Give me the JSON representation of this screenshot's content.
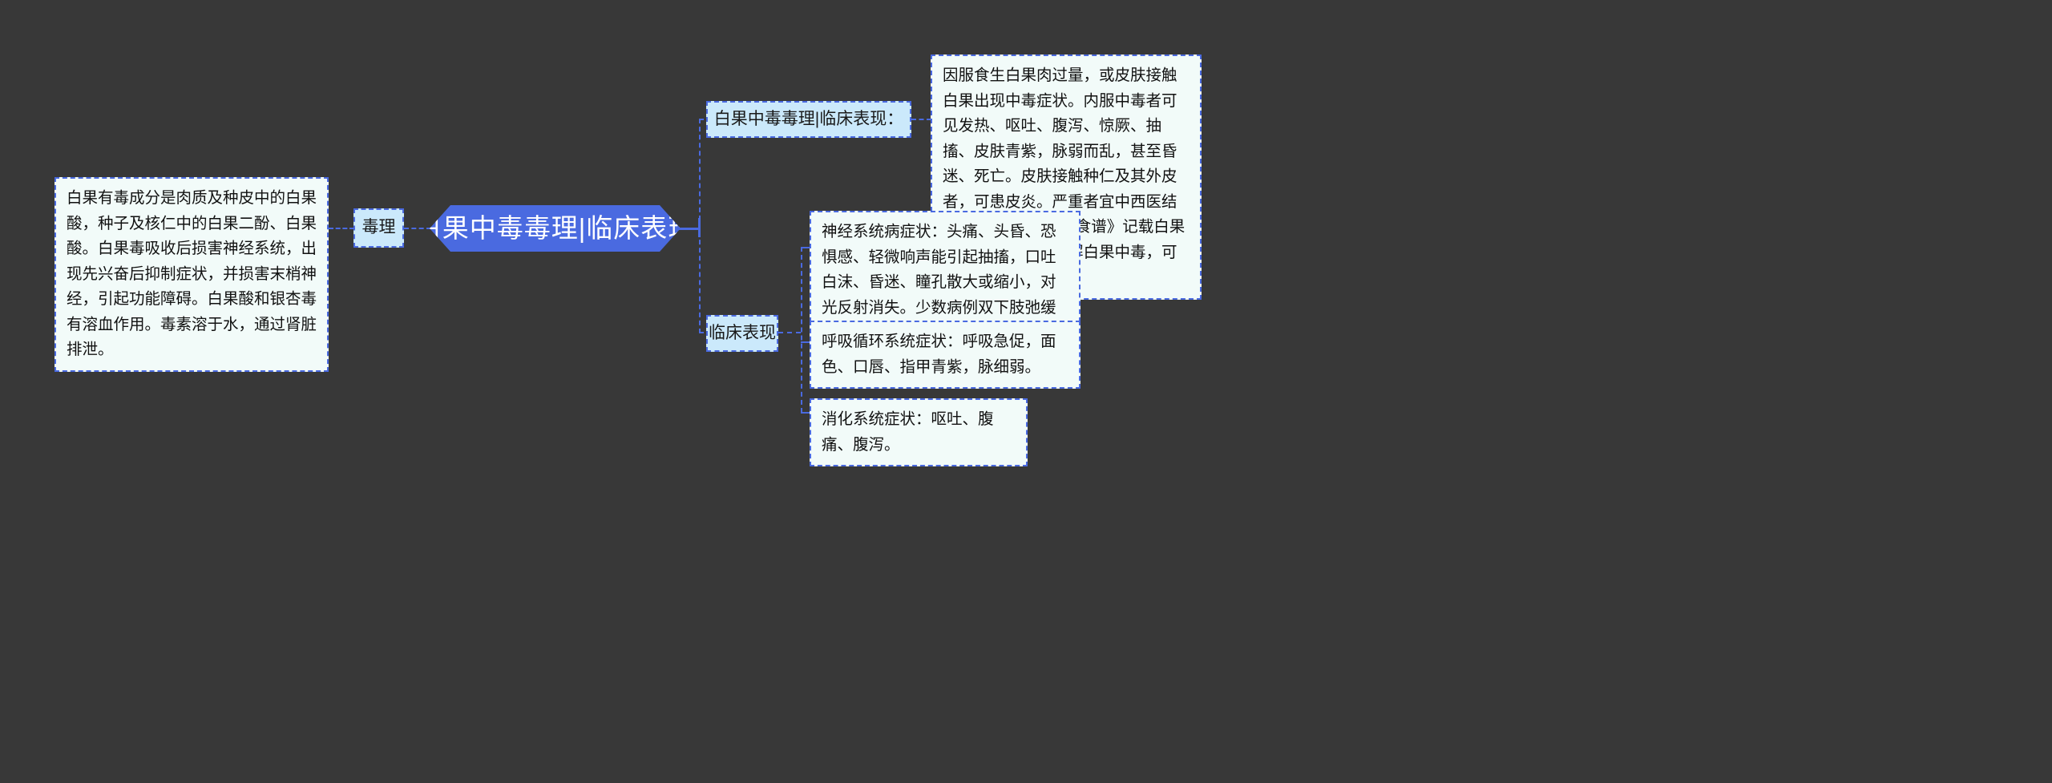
{
  "diagram": {
    "type": "mindmap",
    "background_color": "#383838",
    "root_fill": "#4a6ae0",
    "root_text_color": "#ffffff",
    "branch_fill": "#cbe9fb",
    "leaf_fill": "#f2fbf9",
    "connector_color": "#4a6ae0",
    "root": {
      "label": "白果中毒毒理|临床表现"
    },
    "left_branch": {
      "label": "毒理",
      "leaves": [
        {
          "text": "白果有毒成分是肉质及种皮中的白果酸，种子及核仁中的白果二酚、白果酸。白果毒吸收后损害神经系统，出现先兴奋后抑制症状，并损害末梢神经，引起功能障碍。白果酸和银杏毒有溶血作用。毒素溶于水，通过肾脏排泄。"
        }
      ]
    },
    "right_branches": [
      {
        "label": "白果中毒毒理|临床表现：",
        "leaves": [
          {
            "text": "因服食生白果肉过量，或皮肤接触白果出现中毒症状。内服中毒者可见发热、呕吐、腹泻、惊厥、抽搐、皮肤青紫，脉弱而乱，甚至昏迷、死亡。皮肤接触种仁及其外皮者，可患皮炎。严重者宜中西医结合救治。《随意居饮食谱》记载白果壳、白鲞头、麝香解白果中毒，可资参考。"
          }
        ]
      },
      {
        "label": "临床表现",
        "leaves": [
          {
            "text": "神经系统病症状：头痛、头昏、恐惧感、轻微响声能引起抽搐，口吐白沫、昏迷、瞳孔散大或缩小，对光反射消失。少数病例双下肢弛缓性瘫痪，触觉、痛觉消失。"
          },
          {
            "text": "呼吸循环系统症状：呼吸急促，面色、口唇、指甲青紫，脉细弱。"
          },
          {
            "text": "消化系统症状：呕吐、腹痛、腹泻。"
          }
        ]
      }
    ]
  }
}
